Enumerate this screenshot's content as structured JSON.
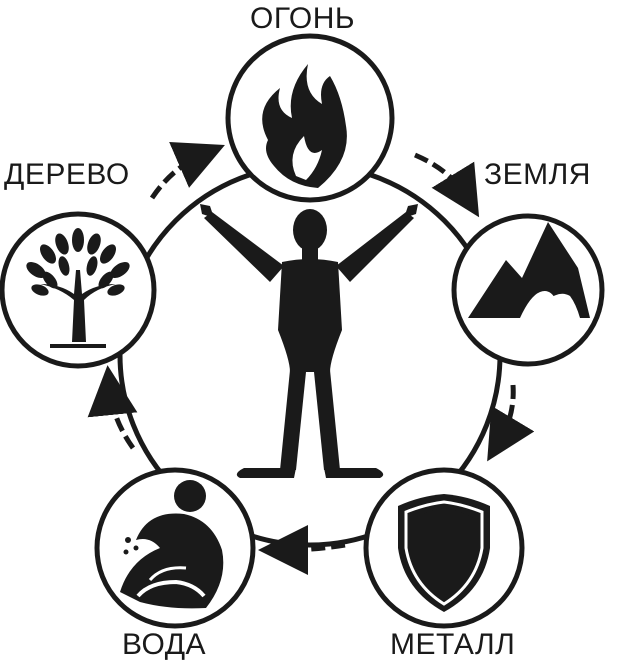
{
  "elements": {
    "fire": {
      "label": "ОГОНЬ",
      "icon": "flame-icon"
    },
    "earth": {
      "label": "ЗЕМЛЯ",
      "icon": "mountain-icon"
    },
    "metal": {
      "label": "МЕТАЛЛ",
      "icon": "shield-icon"
    },
    "water": {
      "label": "ВОДА",
      "icon": "wave-icon"
    },
    "wood": {
      "label": "ДЕРЕВО",
      "icon": "tree-icon"
    }
  },
  "cycle_order": [
    "fire",
    "earth",
    "metal",
    "water",
    "wood"
  ],
  "center_figure": "human-silhouette",
  "colors": {
    "ink": "#1a1a1a",
    "background": "#ffffff"
  }
}
